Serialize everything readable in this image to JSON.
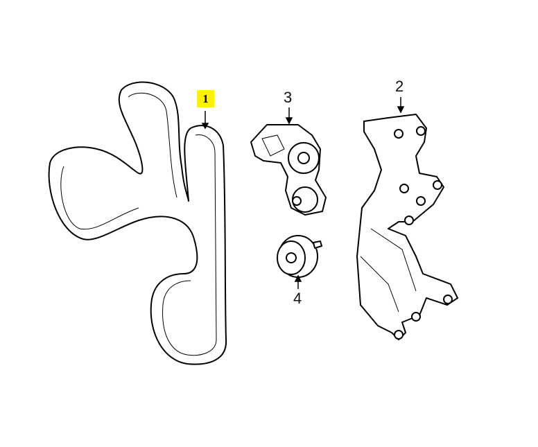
{
  "diagram": {
    "callouts": [
      {
        "number": "1",
        "part": "belt",
        "highlighted": true
      },
      {
        "number": "2",
        "part": "bracket"
      },
      {
        "number": "3",
        "part": "tensioner"
      },
      {
        "number": "4",
        "part": "idler-pulley"
      }
    ],
    "highlight_color": "#fff200"
  }
}
